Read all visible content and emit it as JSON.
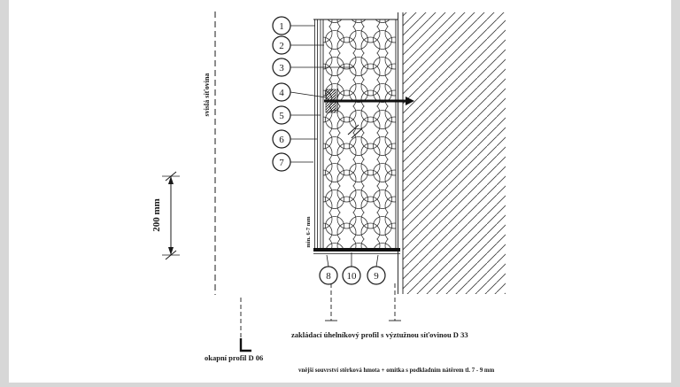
{
  "colors": {
    "ink": "#1a1a1a",
    "paper": "#ffffff",
    "margin": "#d7d7d7"
  },
  "callouts": {
    "left": [
      "1",
      "2",
      "3",
      "4",
      "5",
      "6",
      "7"
    ],
    "bottom": [
      "8",
      "10",
      "9"
    ]
  },
  "labels": {
    "vertical_mesh": "svislá síťovina",
    "dimension_200": "200 mm",
    "min_thickness": "min. 6-7 mm",
    "base_profile": "zakládací úhelníkový profil s výztužnou síťovinou D 33",
    "drip_profile": "okapní profil D 06",
    "outer_coat": "vnější souvrství stěrková hmota + omítka s podkladním nátěrem tl. 7 - 9 mm"
  }
}
